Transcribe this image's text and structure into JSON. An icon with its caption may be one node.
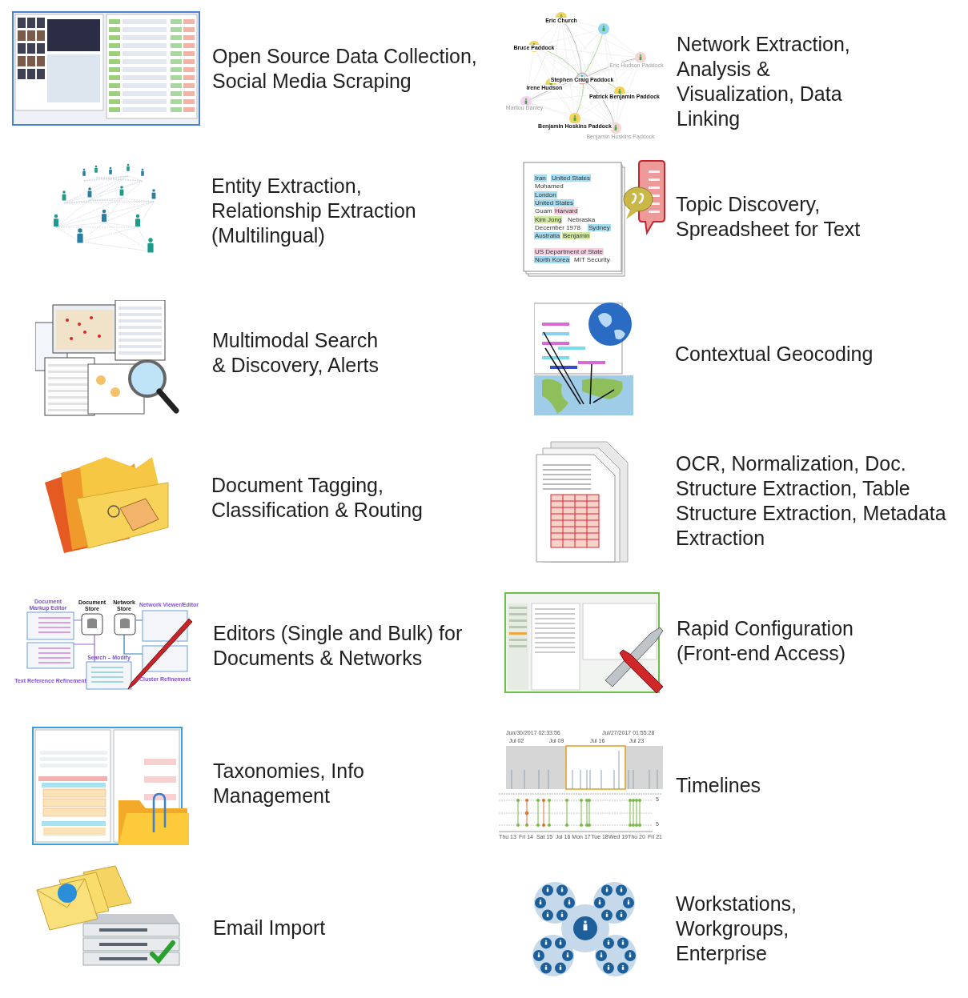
{
  "diagram": {
    "labels": [
      "Open Source Data Collection, Social Media Scraping",
      "Eric Church",
      "Bruce Paddock",
      "Eric Hudson Paddock",
      "Stephen Craig Paddock",
      "Irene Hudson",
      "Patrick Benjamin Paddock",
      "Marilou Danley",
      "Benjamin Hoskins Paddock",
      "Benjamin Hoskins Paddock",
      "Network Extraction, Analysis & Visualization, Data Linking",
      "Entity Extraction, Relationship Extraction (Multilingual)",
      "Iran",
      "United States",
      "Mohamed",
      "London",
      "United States",
      "Guam",
      "Harvard",
      "Kim Jong",
      "Nebraska",
      "December 1978",
      "Sydney",
      "Australia",
      "Benjamin",
      "US Department of State",
      "North Korea",
      "MIT Security",
      "Topic Discovery, Spreadsheet for Text",
      "Multimodal Search & Discovery, Alerts",
      "Contextual Geocoding",
      "Document Tagging, Classification & Routing",
      "OCR, Normalization, Doc. Structure Extraction, Table Structure Extraction, Metadata Extraction",
      "Document Markup Editor",
      "Document Store",
      "Network Store",
      "Network Viewer/Editor",
      "Search – Modify",
      "Text Reference Refinement",
      "Cluster Refinement",
      "Editors (Single and Bulk) for Documents & Networks",
      "Rapid Configuration (Front-end Access)",
      "Taxonomies, Info Management",
      "Jun/30/2017 02:33:56",
      "Jul/27/2017 01:55:28",
      "Jul 02",
      "Jul 09",
      "Jul 16",
      "Jul 23",
      "5",
      "5",
      "Thu 13",
      "Fri 14",
      "Sat 15",
      "Jul 16",
      "Mon 17",
      "Tue 18",
      "Wed 19",
      "Thu 20",
      "Fri 21",
      "Timelines",
      "Email Import",
      "Workstations, Workgroups, Enterprise"
    ]
  }
}
